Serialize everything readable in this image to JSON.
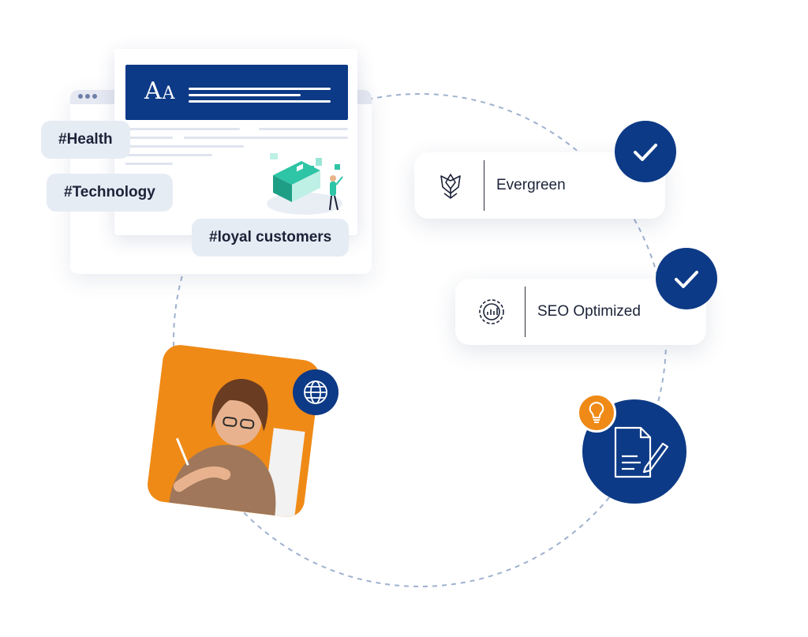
{
  "hashtags": [
    "#Health",
    "#Technology",
    "#loyal customers"
  ],
  "document": {
    "heading_big": "A",
    "heading_small": "A"
  },
  "features": [
    {
      "label": "Evergreen",
      "icon": "lotus-icon",
      "checked": true
    },
    {
      "label": "SEO Optimized",
      "icon": "seo-gear-icon",
      "checked": true
    }
  ],
  "icons": {
    "globe": "globe-icon",
    "bulb": "lightbulb-icon",
    "document": "document-pen-icon",
    "check": "check-icon"
  },
  "colors": {
    "navy": "#0d3a86",
    "orange": "#ef8a17",
    "tag_bg": "#e6ecf4",
    "dashed_ring": "#9fb1cf"
  }
}
